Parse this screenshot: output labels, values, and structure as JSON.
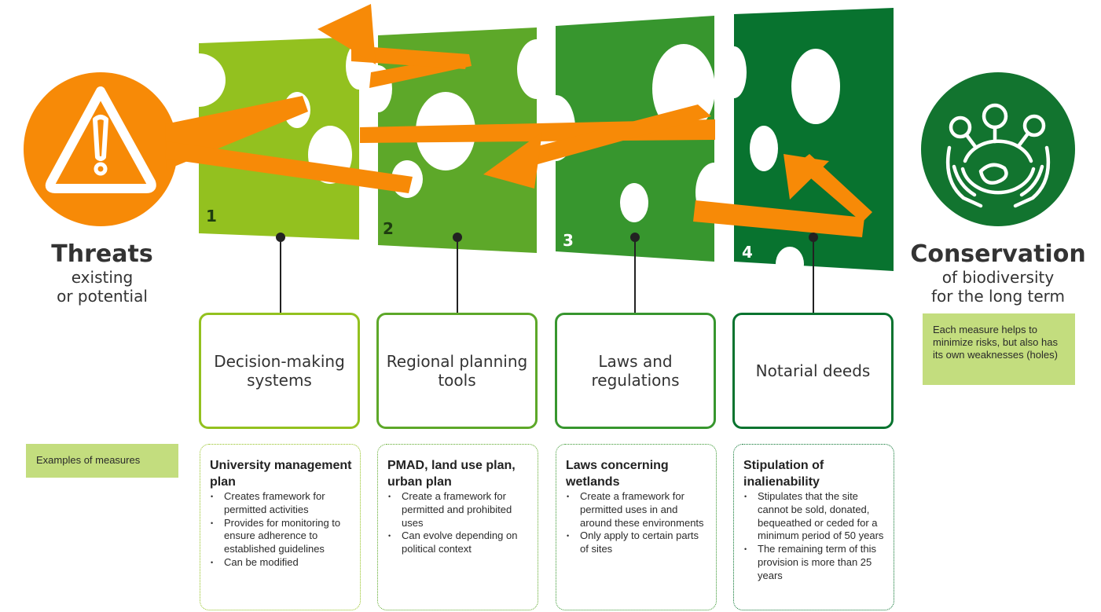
{
  "threats": {
    "title": "Threats",
    "line1": "existing",
    "line2": "or potential"
  },
  "conservation": {
    "title": "Conservation",
    "line1": "of biodiversity",
    "line2": "for the long term"
  },
  "holes_note": "Each measure helps to minimize risks, but also has its own weaknesses (holes)",
  "examples_label": "Examples of measures",
  "colors": {
    "orange": "#f78a07",
    "layer1": "#93c11f",
    "layer2": "#5da829",
    "layer3": "#37962e",
    "layer4": "#08732f",
    "note_bg": "#c3dd7e",
    "icon_green": "#12742f"
  },
  "icons": {
    "threats": "warning-triangle-icon",
    "conservation": "hands-holding-earth-with-trees-icon"
  },
  "layers": [
    {
      "number": "1",
      "measure": "Decision-making systems",
      "example_title": "University management plan",
      "bullets": [
        "Creates framework for permitted activities",
        "Provides for monitoring to ensure adherence to established guidelines",
        "Can be modified"
      ]
    },
    {
      "number": "2",
      "measure": "Regional planning tools",
      "example_title": "PMAD, land use plan, urban plan",
      "bullets": [
        "Create a framework for permitted and prohibited uses",
        "Can evolve depending on political context"
      ]
    },
    {
      "number": "3",
      "measure": "Laws and regulations",
      "example_title": "Laws concerning wetlands",
      "bullets": [
        "Create a framework for permitted uses in and around these environments",
        "Only apply to certain parts of sites"
      ]
    },
    {
      "number": "4",
      "measure": "Notarial deeds",
      "example_title": "Stipulation of inalienability",
      "bullets": [
        "Stipulates that the site cannot be sold, donated, bequeathed or ceded for a minimum period of 50 years",
        "The remaining term of this provision is more than 25 years"
      ]
    }
  ]
}
